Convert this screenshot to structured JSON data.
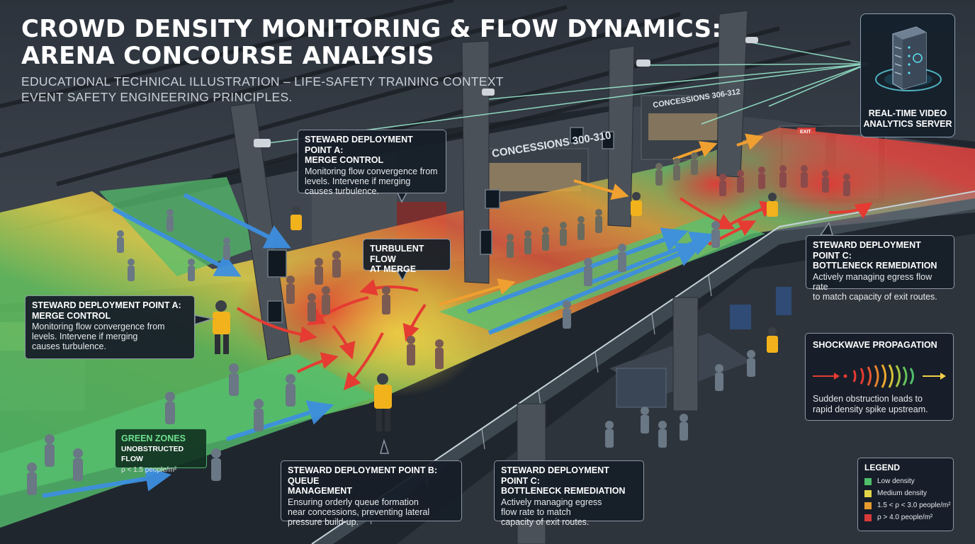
{
  "header": {
    "title_line1": "CROWD DENSITY MONITORING & FLOW DYNAMICS:",
    "title_line2": "ARENA CONCOURSE ANALYSIS",
    "subtitle_line1": "EDUCATIONAL TECHNICAL ILLUSTRATION – LIFE-SAFETY TRAINING CONTEXT",
    "subtitle_line2": "EVENT SAFETY ENGINEERING PRINCIPLES."
  },
  "signs": {
    "concessions_main": "CONCESSIONS 300-310",
    "concessions_rear": "CONCESSIONS 306-312",
    "exit": "EXIT"
  },
  "callouts": {
    "steward_a_top": {
      "title_line1": "STEWARD DEPLOYMENT POINT A:",
      "title_line2": "MERGE CONTROL",
      "body": [
        "Monitoring flow convergence from",
        "levels. Intervene if merging",
        "causes turbulence."
      ]
    },
    "steward_a_left": {
      "title_line1": "STEWARD DEPLOYMENT POINT A:",
      "title_line2": "MERGE CONTROL",
      "body": [
        "Monitoring flow convergence from",
        "levels. Intervene if merging",
        "causes turbulence."
      ]
    },
    "turbulent": {
      "title_line1": "TURBULENT FLOW",
      "title_line2": "AT MERGE"
    },
    "steward_b": {
      "title_line1": "STEWARD DEPLOYMENT POINT B: QUEUE",
      "title_line2": "MANAGEMENT",
      "body": [
        "Ensuring orderly queue formation",
        "near concessions, preventing lateral",
        "pressure build-up."
      ]
    },
    "steward_c_bottom": {
      "title_line1": "STEWARD DEPLOYMENT POINT C:",
      "title_line2": "BOTTLENECK REMEDIATION",
      "body": [
        "Actively managing egress",
        "flow rate to match",
        "capacity of exit routes."
      ]
    },
    "steward_c_right": {
      "title_line1": "STEWARD DEPLOYMENT POINT C:",
      "title_line2": "BOTTLENECK REMEDIATION",
      "body": [
        "Actively managing egress flow rate",
        "to match capacity of exit routes."
      ]
    },
    "green_zones": {
      "title": "GREEN ZONES",
      "subtitle": "UNOBSTRUCTED FLOW",
      "threshold": "ρ < 1.5 people/m²"
    }
  },
  "server": {
    "label_line1": "REAL-TIME VIDEO",
    "label_line2": "ANALYTICS SERVER",
    "icon": "server-rack-icon"
  },
  "shockwave": {
    "title": "SHOCKWAVE PROPAGATION",
    "body": [
      "Sudden obstruction leads to",
      "rapid density spike upstream."
    ]
  },
  "legend": {
    "title": "LEGEND",
    "items": [
      {
        "label": "Low density",
        "color": "#4fbf6a"
      },
      {
        "label": "Medium density",
        "color": "#e3d54a"
      },
      {
        "label": "1.5 < ρ < 3.0 people/m²",
        "color": "#e69a2e"
      },
      {
        "label": "ρ > 4.0 people/m²",
        "color": "#d83a3a"
      }
    ]
  },
  "colors": {
    "low_density": "#4fbf6a",
    "medium_density": "#e3d54a",
    "high_density": "#e69a2e",
    "critical_density": "#d83a3a",
    "flow_arrow_blue": "#3d8fe0",
    "turbulent_arrow_red": "#e53b32",
    "camera_link": "#9ff3d6"
  }
}
